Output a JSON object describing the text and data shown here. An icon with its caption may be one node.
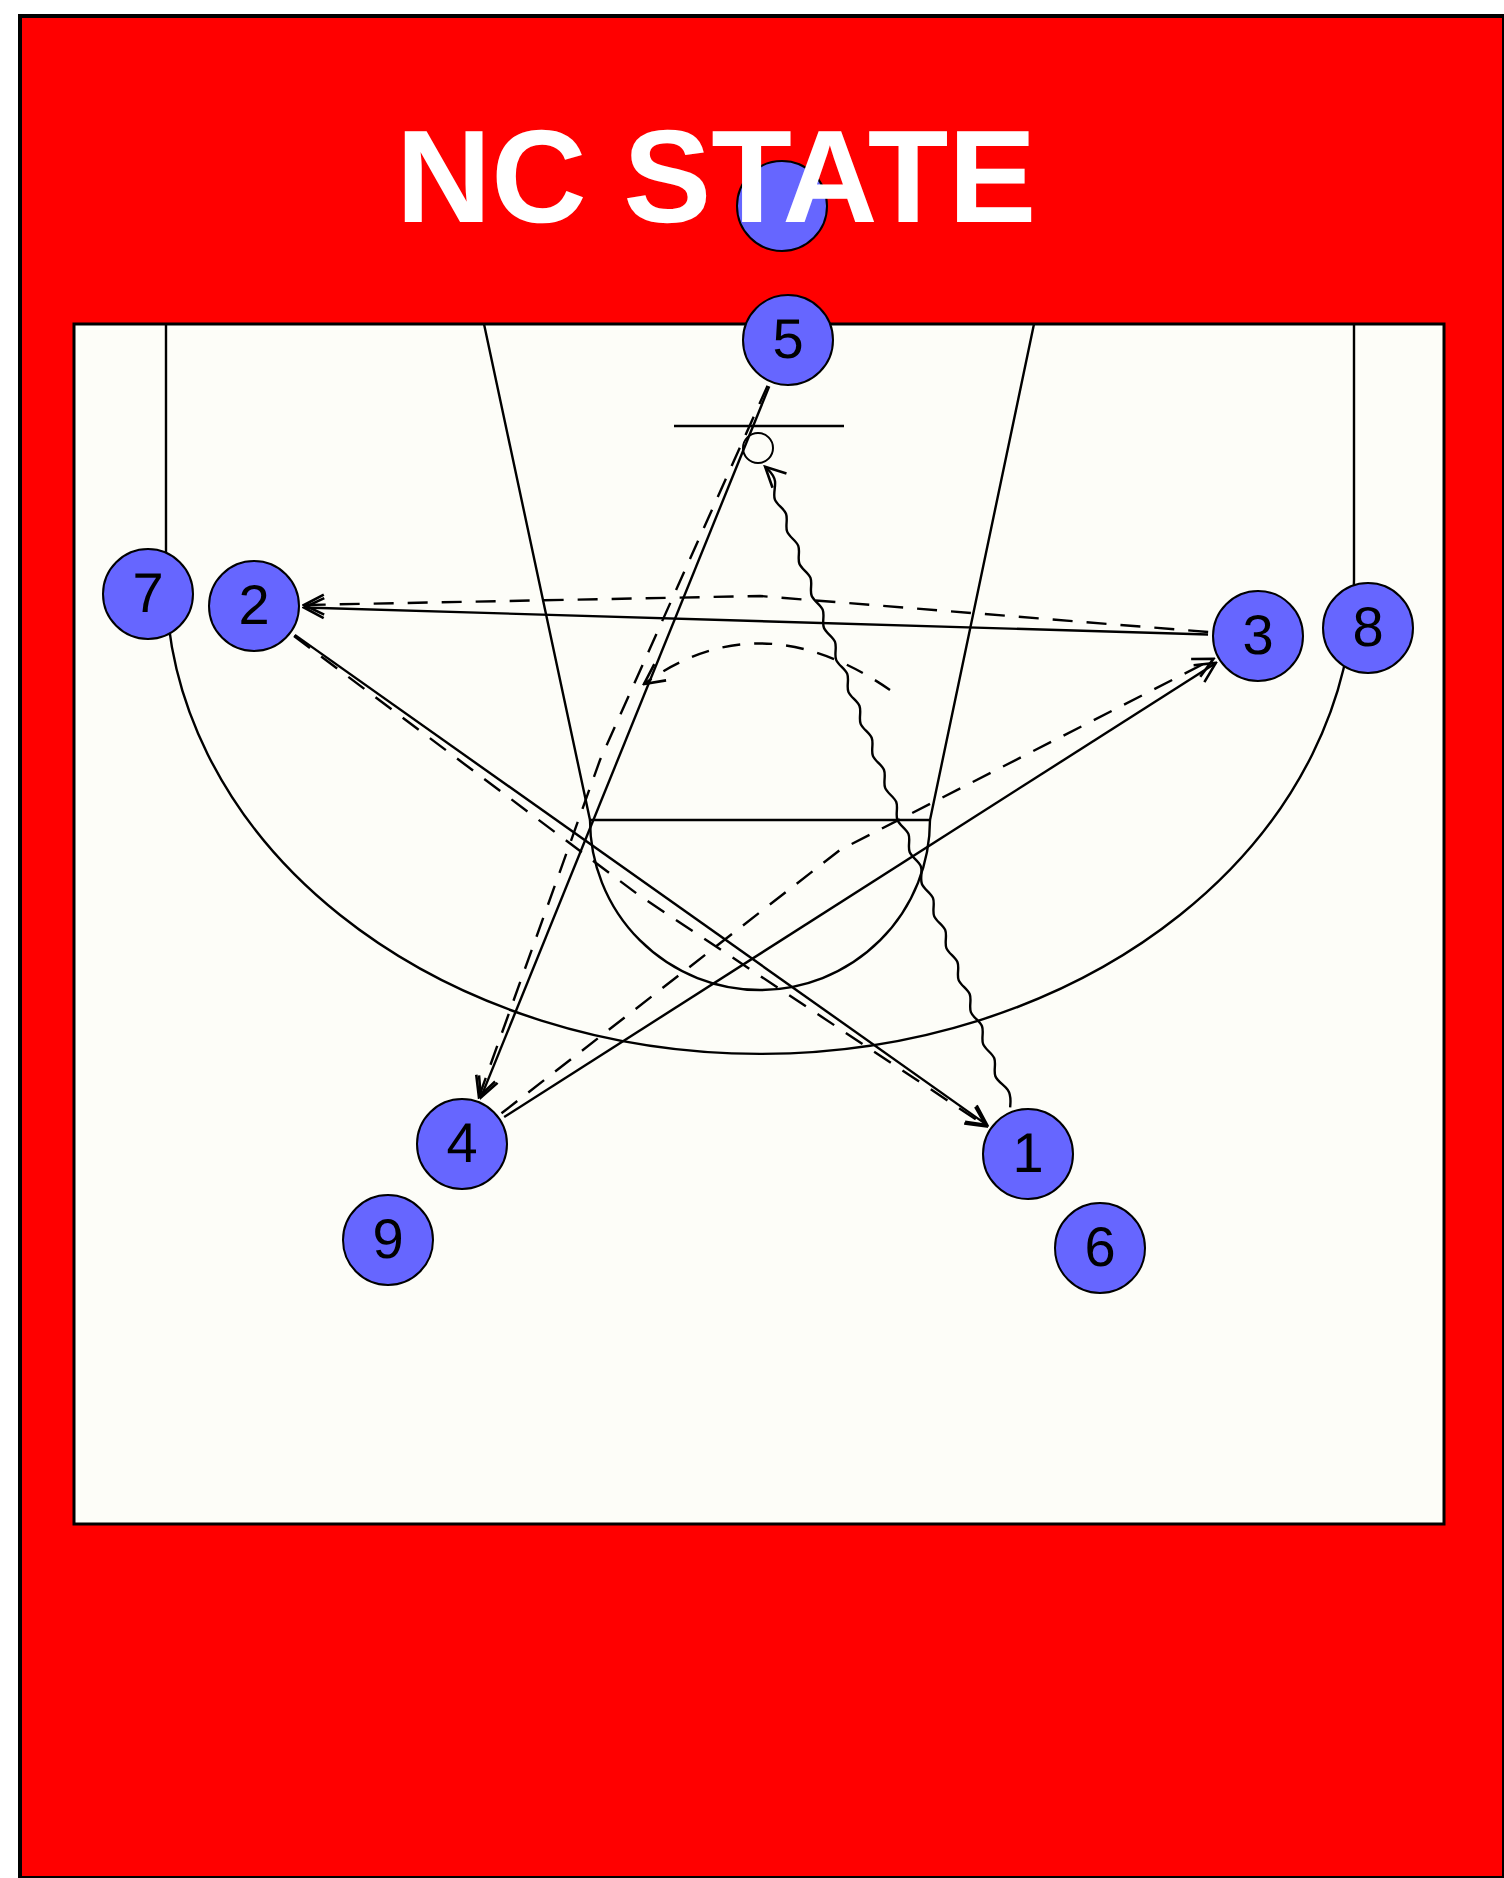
{
  "diagram": {
    "nodes": [
      {
        "text": [],
        "shape": "circle"
      },
      {
        "text": [
          "5"
        ]
      },
      {
        "text": [],
        "shape": "circle"
      },
      {
        "text": [
          "7"
        ]
      },
      {
        "text": [
          "2"
        ]
      },
      {
        "text": [
          "3"
        ]
      },
      {
        "text": [
          "8"
        ]
      },
      {
        "text": [
          "4"
        ]
      },
      {
        "text": [
          "9"
        ]
      },
      {
        "text": [
          "1"
        ]
      },
      {
        "text": [
          "6"
        ]
      }
    ],
    "edges": [
      {
        "from": 5,
        "to": 4,
        "arrow": "to"
      },
      {
        "from": 5,
        "to": 4,
        "arrow": "to",
        "style": "dashed"
      },
      {
        "from": 4,
        "to": 9,
        "arrow": "to"
      },
      {
        "from": 4,
        "to": 9,
        "arrow": "to",
        "style": "dashed"
      },
      {
        "from": 9,
        "to": 2,
        "arrow": "to"
      },
      {
        "from": 1,
        "to": 7,
        "arrow": "to"
      },
      {
        "from": 1,
        "to": 7,
        "arrow": "to",
        "style": "dashed"
      },
      {
        "from": 7,
        "to": 5,
        "arrow": "to"
      },
      {
        "from": 7,
        "to": 5,
        "arrow": "to",
        "style": "dashed"
      }
    ],
    "labels": [
      "NC STATE"
    ]
  }
}
